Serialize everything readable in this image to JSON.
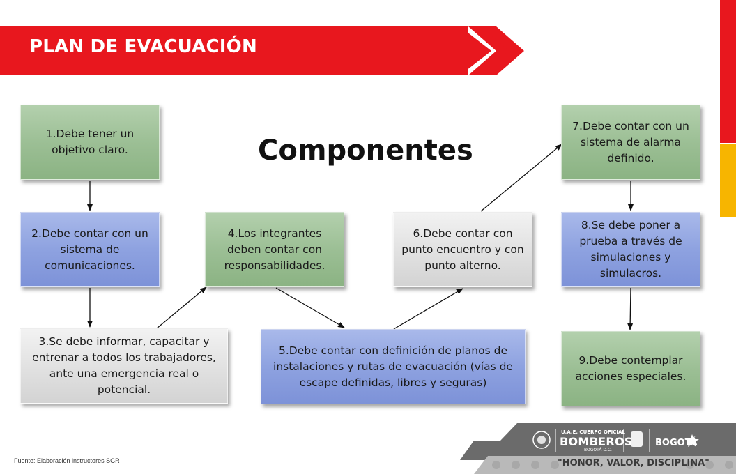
{
  "header": {
    "title": "PLAN DE EVACUACIÓN"
  },
  "heading": "Componentes",
  "boxes": {
    "b1": "1.Debe tener un objetivo claro.",
    "b2": "2.Debe contar con un sistema de comunicaciones.",
    "b3": "3.Se debe informar, capacitar y entrenar a todos los trabajadores, ante una emergencia real o potencial.",
    "b4": "4.Los integrantes deben contar con responsabilidades.",
    "b5": "5.Debe contar con definición de planos de instalaciones y rutas de evacuación  (vías de escape definidas, libres y seguras)",
    "b6": "6.Debe contar con punto encuentro y con punto alterno.",
    "b7": "7.Debe contar con un sistema de alarma definido.",
    "b8": "8.Se debe poner a prueba a través de simulaciones y simulacros.",
    "b9": "9.Debe contemplar acciones especiales."
  },
  "source": "Fuente:  Elaboración instructores SGR",
  "footer": {
    "org_line1": "U.A.E. CUERPO OFICIAL",
    "org_name": "BOMBEROS",
    "org_line3": "BOGOTÁ D.C.",
    "city": "BOGOTÁ",
    "motto": "\"HONOR, VALOR, DISCIPLINA\""
  },
  "colors": {
    "red": "#e8171e",
    "yellow": "#f7b500",
    "green": "#9cbf95",
    "blue": "#8ea2e0",
    "gray": "#e2e2e2"
  }
}
